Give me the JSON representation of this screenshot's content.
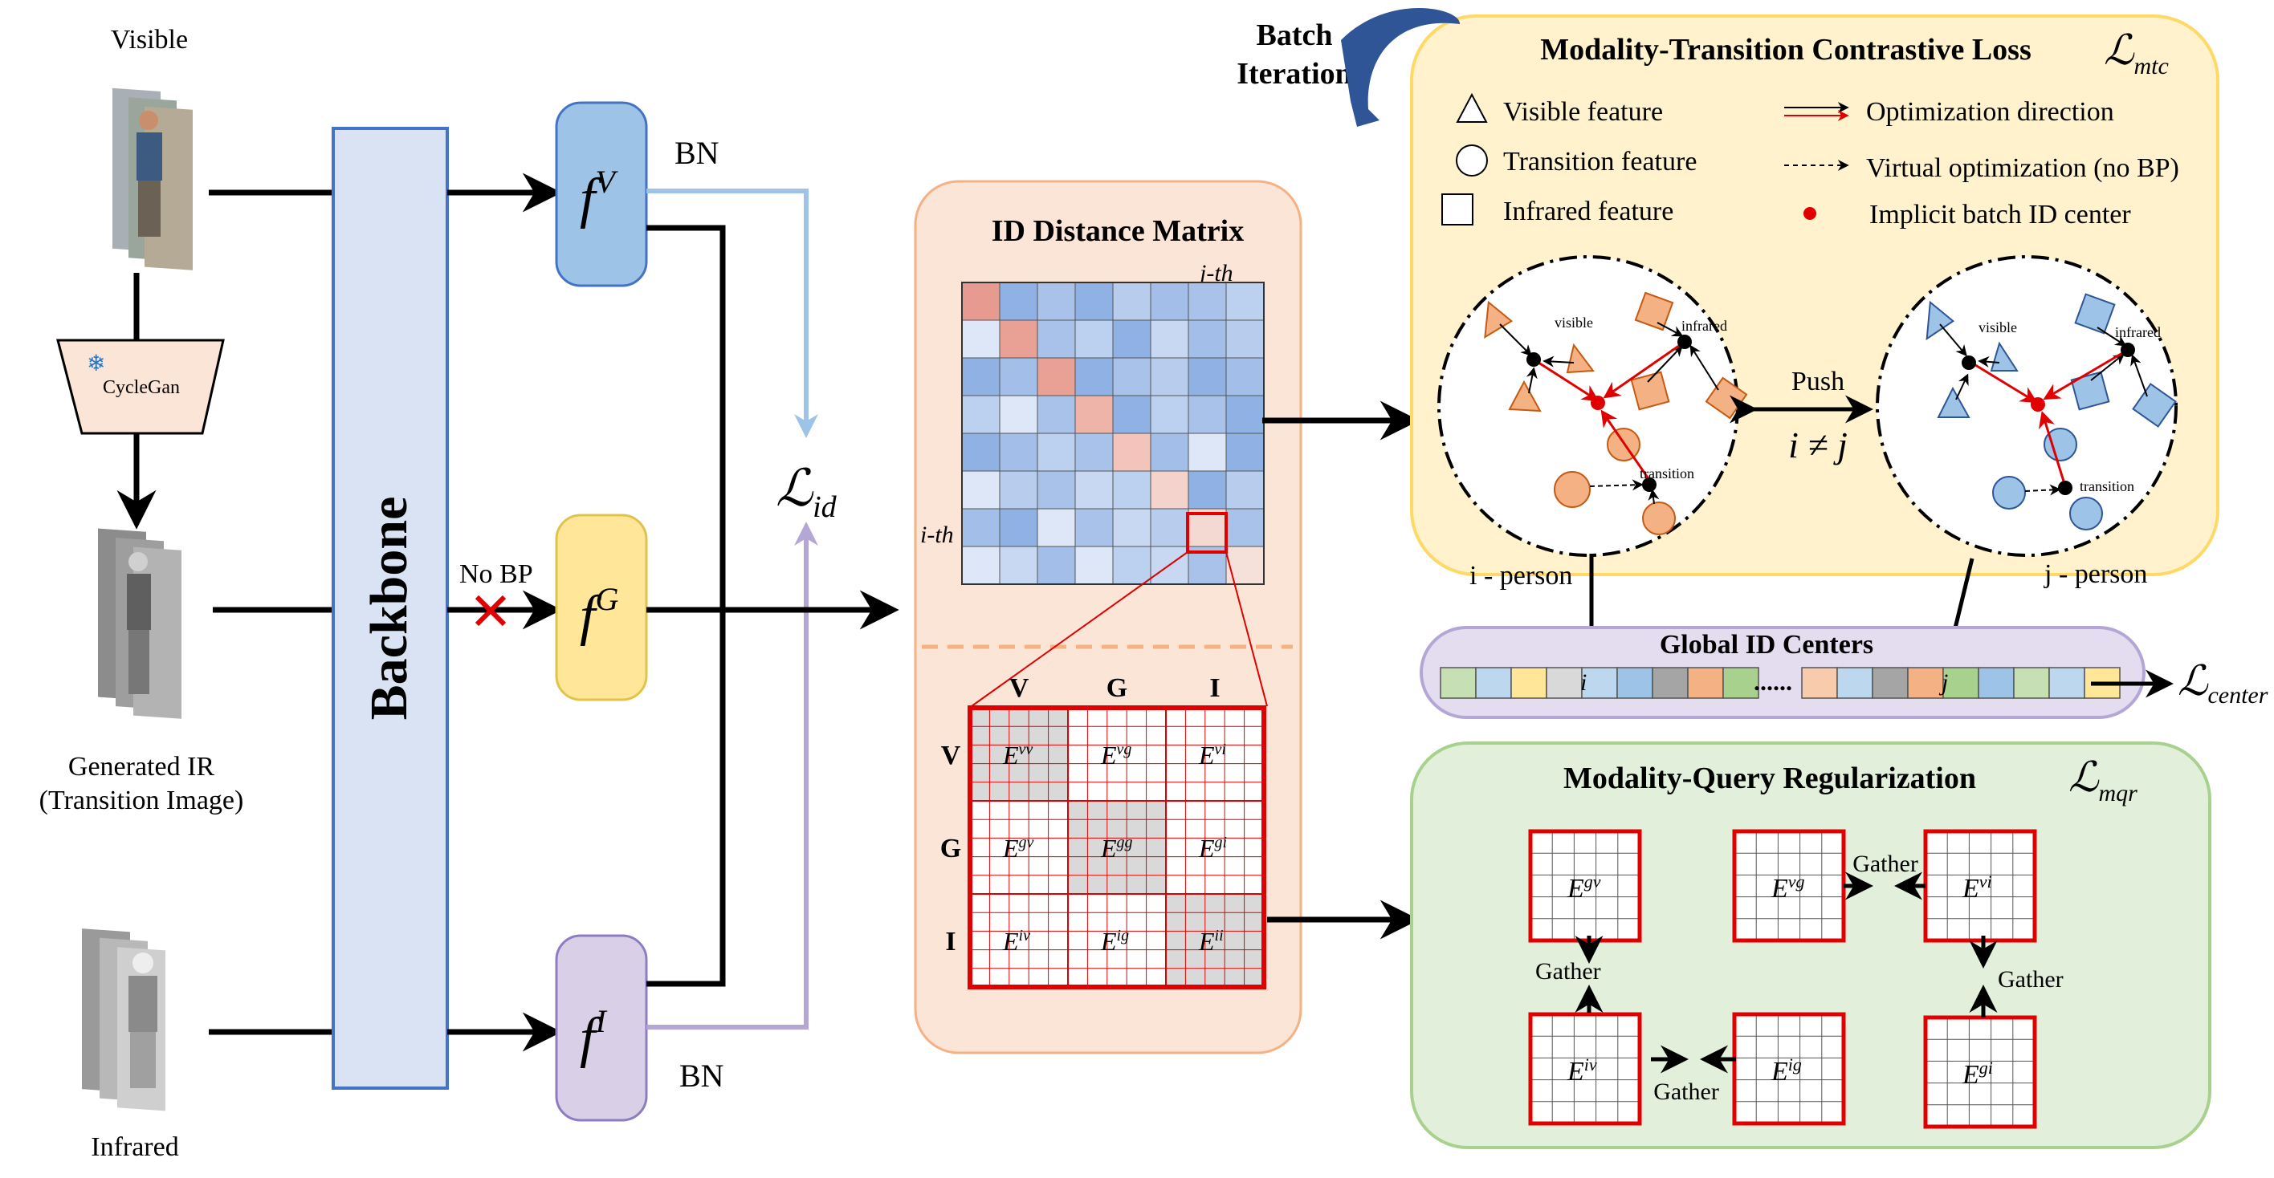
{
  "inputs": {
    "visible_label": "Visible",
    "cyclegan_label": "CycleGan",
    "generated_label_line1": "Generated IR",
    "generated_label_line2": "(Transition Image)",
    "infrared_label": "Infrared"
  },
  "backbone": {
    "label": "Backbone"
  },
  "features": {
    "fv": {
      "base": "f",
      "sup": "V"
    },
    "fg": {
      "base": "f",
      "sup": "G"
    },
    "fi": {
      "base": "f",
      "sup": "I"
    },
    "bn_top": "BN",
    "bn_bottom": "BN",
    "no_bp": "No BP"
  },
  "losses": {
    "id": {
      "base": "ℒ",
      "sub": "id"
    },
    "mtc": {
      "base": "ℒ",
      "sub": "mtc"
    },
    "center": {
      "base": "ℒ",
      "sub": "center"
    },
    "mqr": {
      "base": "ℒ",
      "sub": "mqr"
    }
  },
  "distance_matrix": {
    "title": "ID Distance Matrix",
    "j_label": "j-th",
    "i_label": "i-th",
    "cols": [
      "V",
      "G",
      "I"
    ],
    "rows": [
      "V",
      "G",
      "I"
    ],
    "blocks": [
      [
        {
          "b": "E",
          "s": "vv"
        },
        {
          "b": "E",
          "s": "vg"
        },
        {
          "b": "E",
          "s": "vi"
        }
      ],
      [
        {
          "b": "E",
          "s": "gv"
        },
        {
          "b": "E",
          "s": "gg"
        },
        {
          "b": "E",
          "s": "gi"
        }
      ],
      [
        {
          "b": "E",
          "s": "iv"
        },
        {
          "b": "E",
          "s": "ig"
        },
        {
          "b": "E",
          "s": "ii"
        }
      ]
    ],
    "heatmap": [
      [
        "#e79a8f",
        "#8fb1e3",
        "#a9c2ea",
        "#8fb1e3",
        "#b8cdee",
        "#a3bee9",
        "#a9c2ea",
        "#bcd0ef"
      ],
      [
        "#dde7f7",
        "#e9a195",
        "#a9c2ea",
        "#bcd0ef",
        "#8fb1e3",
        "#c8d8f2",
        "#a3bee9",
        "#b8cdee"
      ],
      [
        "#8fb1e3",
        "#a3bee9",
        "#e9a195",
        "#8fb1e3",
        "#a9c2ea",
        "#b8cdee",
        "#8fb1e3",
        "#a3bee9"
      ],
      [
        "#bcd0ef",
        "#dde7f7",
        "#a9c2ea",
        "#eeb4a9",
        "#8fb1e3",
        "#bcd0ef",
        "#a9c2ea",
        "#8fb1e3"
      ],
      [
        "#8fb1e3",
        "#a3bee9",
        "#bcd0ef",
        "#a9c2ea",
        "#f2c4bb",
        "#a3bee9",
        "#dde7f7",
        "#8fb1e3"
      ],
      [
        "#dde7f7",
        "#b8cdee",
        "#a9c2ea",
        "#c8d8f2",
        "#bcd0ef",
        "#f4d3cc",
        "#8fb1e3",
        "#b8cdee"
      ],
      [
        "#a3bee9",
        "#8fb1e3",
        "#dde7f7",
        "#a9c2ea",
        "#c8d8f2",
        "#b8cdee",
        "#f4d8d2",
        "#a9c2ea"
      ],
      [
        "#dde7f7",
        "#c8d8f2",
        "#a3bee9",
        "#dde7f7",
        "#bcd0ef",
        "#c8d8f2",
        "#a9c2ea",
        "#f6e0da"
      ]
    ]
  },
  "mtc": {
    "title": "Modality-Transition Contrastive Loss",
    "batch_line1": "Batch",
    "batch_line2": "Iteration",
    "legend": {
      "visible": "Visible feature",
      "transition": "Transition feature",
      "infrared": "Infrared feature",
      "opt_dir": "Optimization direction",
      "virtual": "Virtual optimization (no BP)",
      "center": "Implicit batch ID center"
    },
    "small_visible": "visible",
    "small_infrared": "infrared",
    "small_transition": "transition",
    "push": "Push",
    "inequality": "i ≠ j",
    "i_person": "i - person",
    "j_person": "j - person"
  },
  "global_centers": {
    "title": "Global ID Centers",
    "i_label": "i",
    "j_label": "j",
    "dots": "......",
    "left_colors": [
      "#c6e0b4",
      "#bdd7ee",
      "#ffe699",
      "#d9d9d9",
      "#bdd7ee",
      "#9dc3e6",
      "#a5a5a5",
      "#f4b183",
      "#a9d18e"
    ],
    "right_colors": [
      "#f8cbad",
      "#bdd7ee",
      "#a5a5a5",
      "#f4b183",
      "#a9d18e",
      "#9dc3e6",
      "#c6e0b4",
      "#bdd7ee",
      "#ffe699"
    ]
  },
  "mqr": {
    "title": "Modality-Query Regularization",
    "gather": "Gather",
    "blocks": {
      "gv": {
        "b": "E",
        "s": "gv"
      },
      "iv": {
        "b": "E",
        "s": "iv"
      },
      "vg": {
        "b": "E",
        "s": "vg"
      },
      "vi": {
        "b": "E",
        "s": "vi"
      },
      "ig": {
        "b": "E",
        "s": "ig"
      },
      "gi": {
        "b": "E",
        "s": "gi"
      }
    }
  },
  "colors": {
    "backbone_fill": "#dae3f3",
    "backbone_stroke": "#4472c4",
    "fv_fill": "#9dc3e6",
    "fg_fill": "#ffe699",
    "fi_fill": "#d9cfe6",
    "matrix_panel": "#fbe5d6",
    "mtc_panel": "#fff2cc",
    "mqr_panel": "#e2efda",
    "centers_panel": "#e4dcef",
    "red": "#e00000",
    "orange_shape": "#f4b183",
    "blue_shape": "#9dc3e6"
  }
}
